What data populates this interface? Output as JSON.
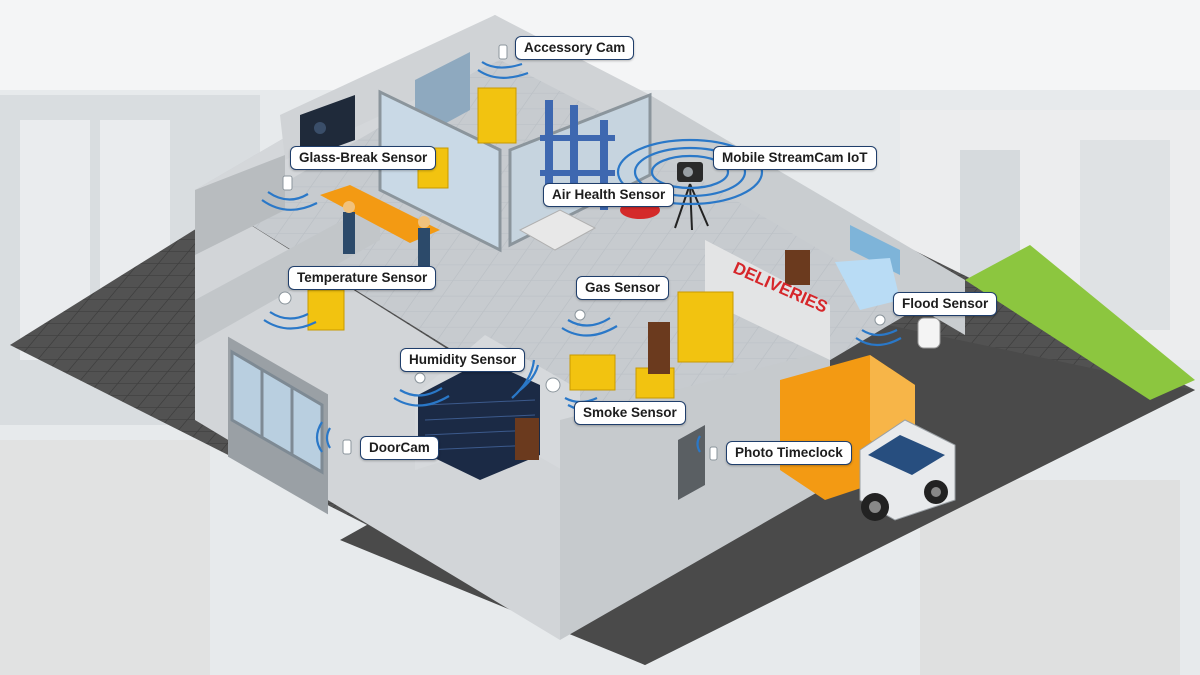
{
  "labels": {
    "accessory_cam": "Accessory Cam",
    "glass_break_sensor": "Glass-Break Sensor",
    "mobile_streamcam": "Mobile StreamCam IoT",
    "air_health_sensor": "Air Health Sensor",
    "temperature_sensor": "Temperature Sensor",
    "gas_sensor": "Gas Sensor",
    "flood_sensor": "Flood Sensor",
    "humidity_sensor": "Humidity Sensor",
    "smoke_sensor": "Smoke Sensor",
    "doorcam": "DoorCam",
    "photo_timeclock": "Photo Timeclock"
  },
  "signage": {
    "deliveries": "DELIVERIES"
  },
  "colors": {
    "label_border": "#1f3e6b",
    "signal_wave": "#2a78c8",
    "floor_dark": "#4a4a4a",
    "floor_tile": "#bcc1c6",
    "wall": "#cfd3d6",
    "box_yellow": "#f2c310",
    "truck_orange": "#f39a13",
    "grass_green": "#8cc63f",
    "deliveries_red": "#d6262a"
  },
  "icons": [
    "camera-icon",
    "sensor-icon",
    "signal-waves-icon",
    "truck-icon",
    "tripod-camera-icon"
  ]
}
